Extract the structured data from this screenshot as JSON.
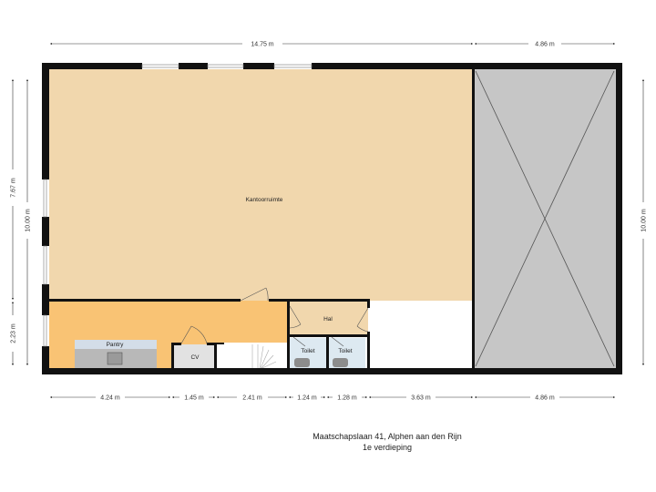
{
  "dimensions": {
    "top_main": "14.75 m",
    "top_side": "4.86 m",
    "left_upper": "7.67 m",
    "left_total": "10.00 m",
    "left_lower": "2.23 m",
    "right_total": "10.00 m",
    "bottom": [
      "4.24 m",
      "1.45 m",
      "2.41 m",
      "1.24 m",
      "1.28 m",
      "3.63 m",
      "4.86 m"
    ]
  },
  "rooms": {
    "office": "Kantoorruimte",
    "pantry": "Pantry",
    "cv": "CV",
    "hall": "Hal",
    "toilet_1": "Toilet",
    "toilet_2": "Toilet"
  },
  "colors": {
    "office_floor": "#f1d7ad",
    "pantry_floor": "#f9c374",
    "void_area": "#c6c6c6",
    "toilet_floor": "#dde9f1",
    "wall": "#111111"
  },
  "caption": {
    "address": "Maatschapslaan 41, Alphen aan den Rijn",
    "floor": "1e verdieping"
  }
}
